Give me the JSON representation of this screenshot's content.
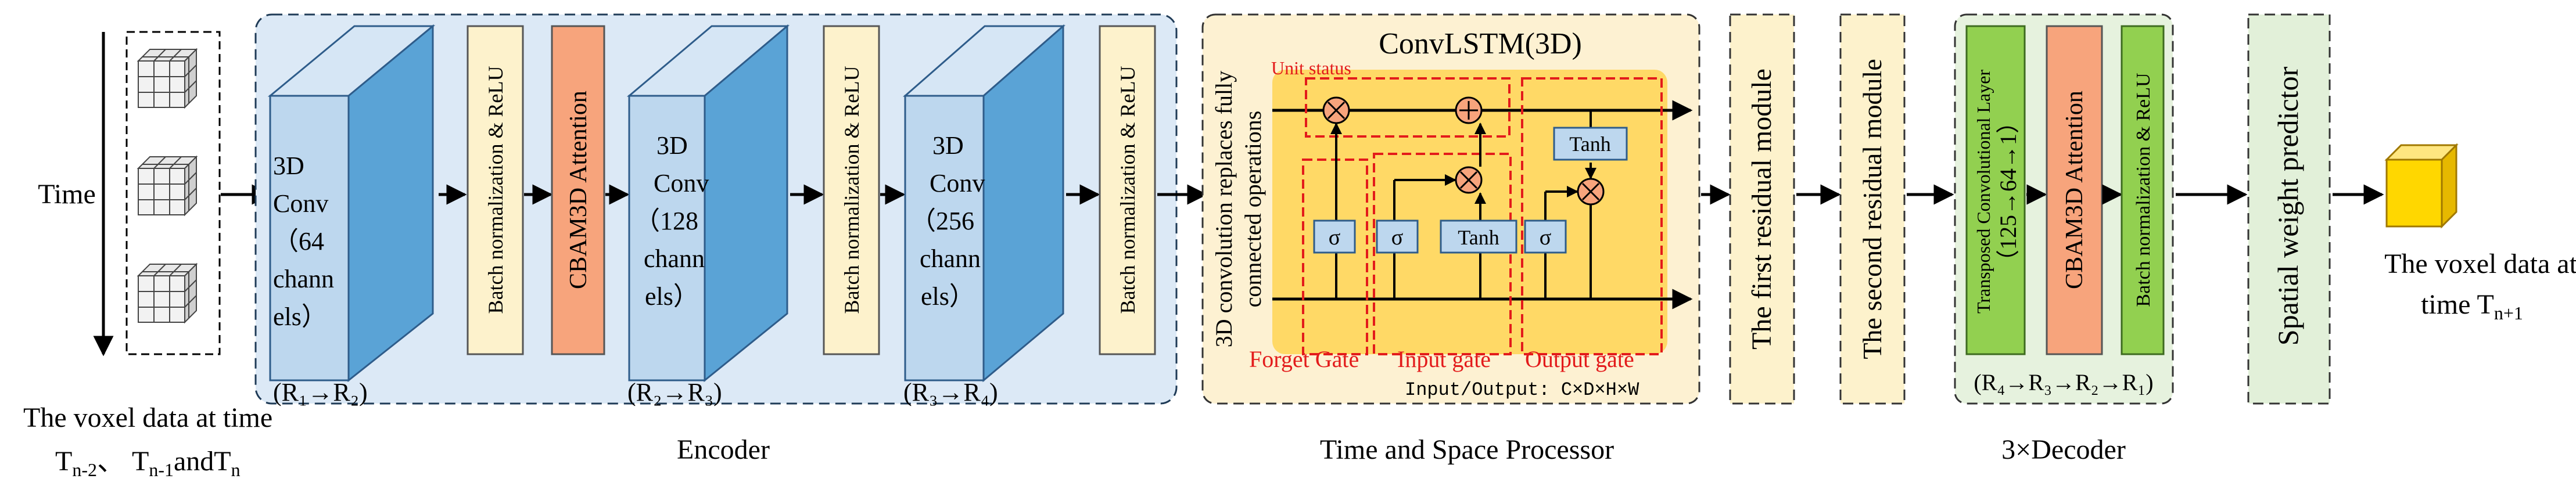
{
  "time_axis": {
    "label": "Time"
  },
  "input": {
    "caption_line1": "The voxel data at time",
    "caption_line2": "T",
    "sub_n2": "n-2",
    "sep1": "、 T",
    "sub_n1": "n-1",
    "and": "andT",
    "sub_n": "n"
  },
  "encoder": {
    "title": "Encoder",
    "conv1": {
      "lines": [
        "3D",
        "Conv",
        "（64",
        "chann",
        "els）"
      ],
      "range": "(R₁→R₂)"
    },
    "conv2": {
      "lines": [
        "3D",
        "Conv",
        "（128",
        "chann",
        "els）"
      ],
      "range": "(R₂→R₃)"
    },
    "conv3": {
      "lines": [
        "3D",
        "Conv",
        "（256",
        "chann",
        "els）"
      ],
      "range": "(R₃→R₄)"
    },
    "bn_label": "Batch normalization & ReLU",
    "cbam_label": "CBAM3D Attention"
  },
  "processor": {
    "title": "Time and Space Processor",
    "side_line1": "3D convolution replaces fully",
    "side_line2": "connected operations",
    "convlstm_title": "ConvLSTM(3D)",
    "unit_status": "Unit status",
    "sigma": "σ",
    "tanh": "Tanh",
    "forget_gate": "Forget Gate",
    "input_gate": "Input gate",
    "output_gate": "Output gate",
    "io_text": "Input/Output: C×D×H×W"
  },
  "residual1": {
    "label": "The first residual module"
  },
  "residual2": {
    "label": "The second residual module"
  },
  "decoder": {
    "title": "3×Decoder",
    "transposed": "Transposed Convolutional Layer",
    "transposed_sub": "（125→64→1）",
    "cbam_label": "CBAM3D Attention",
    "bn_label": "Batch normalization & ReLU",
    "range": "(R₄→R₃→R₂→R₁)"
  },
  "predictor": {
    "label": "Spatial weight predictor"
  },
  "output": {
    "caption_line1": "The voxel data at",
    "caption_line2": "time T",
    "sub": "n+1"
  },
  "colors": {
    "encoder_bg": "#dce9f6",
    "conv_front": "#bdd7ee",
    "conv_side": "#5aa3d6",
    "bn_fill": "#fdf2cc",
    "cbam_fill": "#f7a47c",
    "processor_bg": "#fdf1d2",
    "convlstm_fill": "#ffd966",
    "gate_border": "#e31b1b",
    "residual_fill": "#fdf2cc",
    "decoder_bg": "#e6f2de",
    "transposed_fill": "#92d050",
    "predictor_fill": "#e2f0d9",
    "output_cube": "#ffd700"
  }
}
